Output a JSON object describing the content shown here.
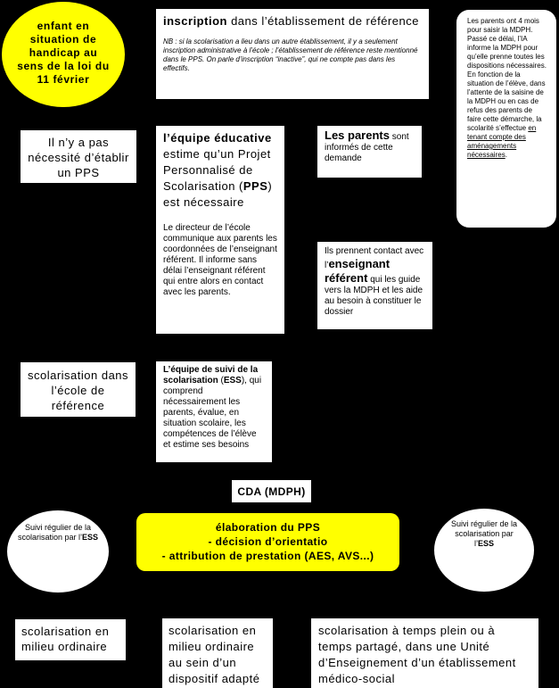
{
  "circle_top": "enfant en situation de handicap au sens de la loi du 11 février",
  "inscription": {
    "lead": "inscription",
    "rest": " dans l’établissement de référence",
    "nb": "NB : si la scolarisation a lieu dans un autre établissement, il y a seulement inscription administrative à l’école ; l’établissement de référence reste mentionné dans le PPS. On parle d’inscription “inactive”, qui ne compte pas dans les effectifs."
  },
  "side_note": {
    "p1": "Les parents ont 4 mois pour saisir la MDPH.",
    "p2": "Passé ce délai, l’IA informe la MDPH pour qu’elle prenne toutes les dispositions nécessaires.",
    "p3a": "En fonction de la situation de l’élève, dans l’attente de la saisine de la MDPH ou en cas de refus des parents de faire cette démarche, la scolarité s’effectue ",
    "p3u": "en tenant compte des aménagements nécessaires",
    "p3b": "."
  },
  "no_pps": "Il n’y a pas nécessité d’établir un PPS",
  "team": {
    "b1": "l’équipe éducative",
    "t1": " estime qu’un Projet Personnalisé de Scolarisation (",
    "b2": "PPS",
    "t2": ") est nécessaire",
    "p2": "Le directeur de l’école communique aux parents les coordonnées de l’enseignant référent. Il informe sans délai l’enseignant référent qui entre alors en contact avec les parents."
  },
  "parents": {
    "b": "Les parents",
    "t": " sont informés de cette demande"
  },
  "contact": {
    "t1": "Ils prennent contact avec l’",
    "b": "enseignant référent",
    "t2": " qui les guide vers la MDPH et les aide au besoin à constituer le dossier"
  },
  "school_ref": "scolarisation dans l’école de référence",
  "ess": {
    "b": "L’équipe de suivi de la scolarisation",
    "t1": " (",
    "b2": "ESS",
    "t2": "), qui comprend nécessairement les parents, évalue, en situation scolaire, les compétences de l’élève et estime ses besoins"
  },
  "cda": "CDA (MDPH)",
  "pps_center": {
    "l1": "élaboration du PPS",
    "l2": "- décision d’orientatio",
    "l3": "- attribution de prestation (AES, AVS...)"
  },
  "follow_left": {
    "t": "Suivi régulier de la scolarisation par l’",
    "b": "ESS"
  },
  "follow_right": {
    "t": "Suivi régulier de la scolarisation par l’",
    "b": "ESS"
  },
  "bottom": {
    "a": "scolarisation en milieu ordinaire",
    "b": "scolarisation en milieu ordinaire au sein d’un dispositif adapté",
    "c": "scolarisation à temps plein ou à temps partagé, dans une Unité d’Enseignement d’un établissement médico-social"
  },
  "colors": {
    "background": "#000000",
    "highlight": "#ffff00",
    "box": "#ffffff"
  }
}
